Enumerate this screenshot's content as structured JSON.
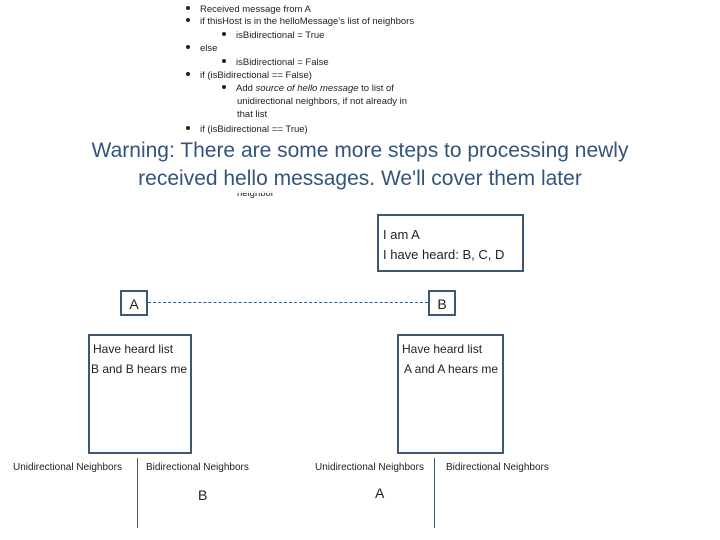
{
  "bullets": {
    "received": "Received message from A",
    "if_host": "if thisHost is in the helloMessage's list of neighbors",
    "set_true": "isBidirectional = True",
    "else": "else",
    "set_false": "isBidirectional = False",
    "if_false": "if (isBidirectional == False)",
    "add_prefix": "Add ",
    "add_italic": "source of hello message",
    "add_suffix": " to list of",
    "add_line2": "unidirectional neighbors, if not already in",
    "add_line3": "that list",
    "if_true": "if (isBidirectional == True)",
    "neighbor": "neighbor"
  },
  "warning": {
    "line1": "Warning: There are some more steps to processing newly",
    "line2": "received hello messages. We'll cover them later"
  },
  "message_box": {
    "line1": "I am A",
    "line2": "I have heard: B, C, D"
  },
  "node_a": {
    "label": "A",
    "box_line1": "Have heard list",
    "box_line2": "B and B hears me",
    "uni_label": "Unidirectional Neighbors",
    "bi_label": "Bidirectional Neighbors",
    "bi_entry": "B"
  },
  "node_b": {
    "label": "B",
    "box_line1": "Have heard list",
    "box_line2": "A and A hears me",
    "uni_label": "Unidirectional Neighbors",
    "bi_label": "Bidirectional Neighbors",
    "uni_entry": "A"
  },
  "colors": {
    "accent": "#3b5876",
    "warning_text": "#35547a"
  }
}
